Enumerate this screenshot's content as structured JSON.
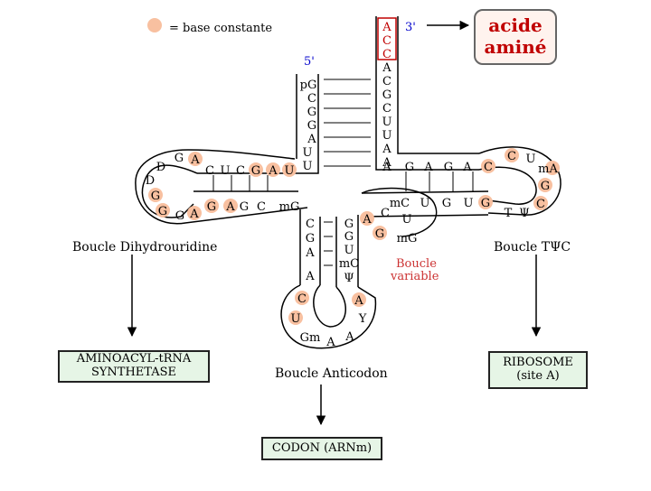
{
  "legend": {
    "text": "= base constante"
  },
  "ends": {
    "three_prime": "3'",
    "five_prime": "5'"
  },
  "acceptor": {
    "bases": [
      "A",
      "C",
      "C",
      "A",
      "C",
      "G",
      "C",
      "U",
      "U",
      "A",
      "A"
    ],
    "boxed": [
      0,
      1,
      2
    ]
  },
  "five_strand": [
    "pG",
    "C",
    "G",
    "G",
    "A",
    "U",
    "U"
  ],
  "d_arm": {
    "top": [
      "C",
      "U",
      "C",
      "G",
      "A",
      "U"
    ],
    "loop": [
      "D",
      "G",
      "A",
      "D",
      "G",
      "G",
      "G",
      "A"
    ],
    "bottom": [
      "G",
      "A",
      "G",
      "C",
      "mG"
    ]
  },
  "t_arm": {
    "top": [
      "A",
      "G",
      "A",
      "G",
      "A",
      "C"
    ],
    "loop": [
      "C",
      "U",
      "mA",
      "G",
      "C",
      "T",
      "Ψ"
    ],
    "bottom": [
      "mC",
      "U",
      "G",
      "U",
      "G"
    ]
  },
  "anticodon": {
    "left": [
      "C",
      "G",
      "A",
      "A"
    ],
    "right": [
      "G",
      "G",
      "U",
      "mC",
      "Ψ"
    ],
    "loop": [
      "C",
      "U",
      "Gm",
      "A",
      "A",
      "Y",
      "A"
    ]
  },
  "variable": {
    "bases": [
      "A",
      "C",
      "U",
      "G",
      "mG"
    ]
  },
  "labels": {
    "d_loop": "Boucle Dihydrouridine",
    "t_loop": "Boucle TΨC",
    "variable_line1": "Boucle",
    "variable_line2": "variable",
    "anticodon_loop": "Boucle Anticodon"
  },
  "boxes": {
    "acid_line1": "acide",
    "acid_line2": "aminé",
    "synth_line1": "AMINOACYL-tRNA",
    "synth_line2": "SYNTHETASE",
    "ribo_line1": "RIBOSOME",
    "ribo_line2": "(site A)",
    "codon": "CODON (ARNm)"
  },
  "colors": {
    "constant": "#f8c0a0",
    "acceptor_text": "#c00000",
    "five_prime": "#0000cc",
    "variable_text": "#cc3333",
    "box_fill": "#e6f5e6"
  }
}
